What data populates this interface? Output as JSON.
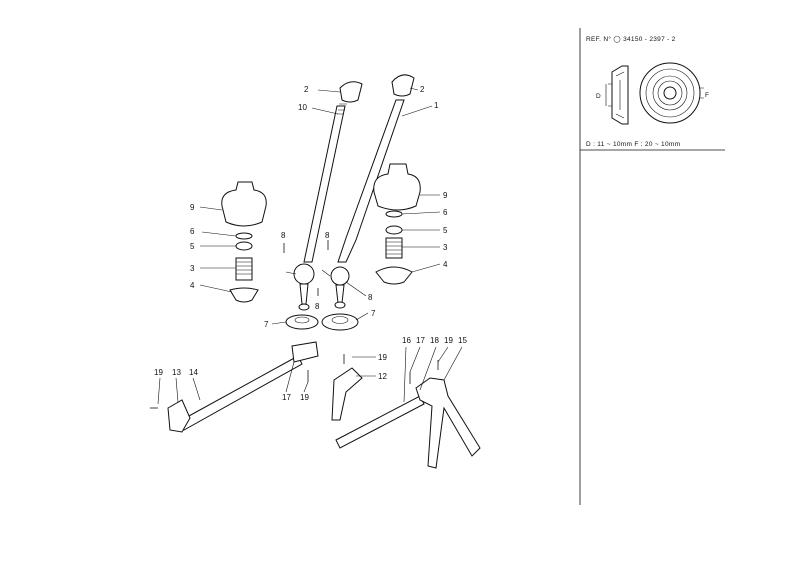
{
  "reference": {
    "code": "REF. N° ◯ 34150 - 2397 - 2",
    "d_label": "D",
    "f_label": "F",
    "spec": "D : 11 ~ 10mm     F : 20 ~ 10mm"
  },
  "callouts": {
    "p2a": "2",
    "p10": "10",
    "p2b": "2",
    "p1": "1",
    "p9a": "9",
    "p6a": "6",
    "p5a": "5",
    "p3a": "3",
    "p4a": "4",
    "p9b": "9",
    "p6b": "6",
    "p5b": "5",
    "p3b": "3",
    "p4b": "4",
    "p8a": "8",
    "p8b": "8",
    "p8c": "8",
    "p8d": "8",
    "p7a": "7",
    "p7b": "7",
    "p19a": "19",
    "p13": "13",
    "p14": "14",
    "p17a": "17",
    "p19b": "19",
    "p19c": "19",
    "p12": "12",
    "p16": "16",
    "p17b": "17",
    "p18": "18",
    "p19d": "19",
    "p15": "15"
  }
}
